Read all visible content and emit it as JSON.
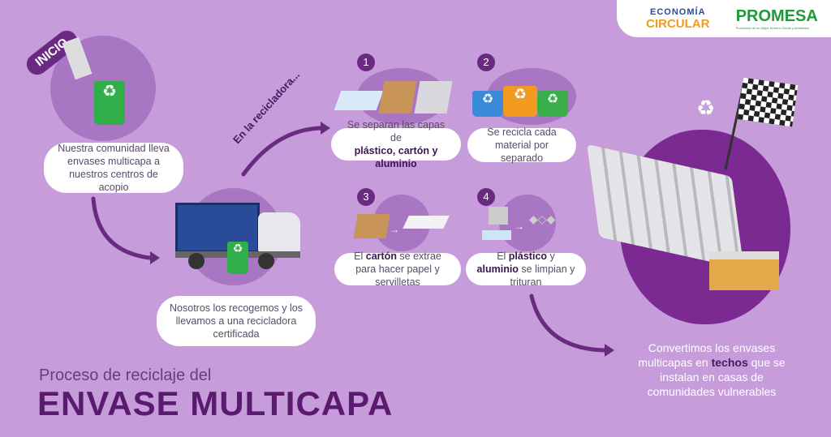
{
  "logos": {
    "economia_line1": "ECONOMÍA",
    "economia_line2": "CIRCULAR",
    "promesa": "PROMESA",
    "promesa_tagline": "Promotora de un Mejor Entorno Social y Ambiental"
  },
  "start_label": "INICIO",
  "steps_intro": {
    "community": "Nuestra comunidad lleva envases multicapa a nuestros centros de acopio",
    "collect": "Nosotros los recogemos y los llevamos a una recicladora certificada",
    "recycler_label": "En la recicladora..."
  },
  "steps": [
    {
      "number": "1",
      "text_pre": "Se separan las capas de",
      "bold1": "plástico, cartón y aluminio",
      "mid": "",
      "bold2": "",
      "post": ""
    },
    {
      "number": "2",
      "text_pre": "Se recicla cada material por separado",
      "bold1": "",
      "mid": "",
      "bold2": "",
      "post": ""
    },
    {
      "number": "3",
      "text_pre": "El ",
      "bold1": "cartón",
      "mid": " se extrae para hacer papel y servilletas",
      "bold2": "",
      "post": ""
    },
    {
      "number": "4",
      "text_pre": "El ",
      "bold1": "plástico",
      "mid": " y ",
      "bold2": "aluminio",
      "post": " se limpian y trituran"
    }
  ],
  "final": {
    "pre": "Convertimos los envases multicapas en ",
    "bold": "techos",
    "post": " que se instalan en casas de comunidades vulnerables"
  },
  "title": {
    "line1": "Proceso de reciclaje del",
    "line2": "ENVASE MULTICAPA"
  },
  "colors": {
    "background": "#c69cdb",
    "accent": "#5a1a70",
    "recycle_green": "#2fae4a"
  }
}
